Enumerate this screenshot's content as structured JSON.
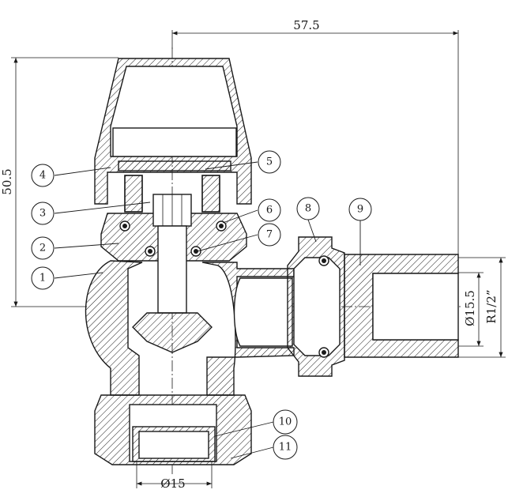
{
  "dimensions": {
    "top_width": "57.5",
    "left_height": "50.5",
    "outlet_bore": "Ø15.5",
    "thread": "R1/2”",
    "inlet_bore": "Ø15"
  },
  "callouts": [
    "1",
    "2",
    "3",
    "4",
    "5",
    "6",
    "7",
    "8",
    "9",
    "10",
    "11"
  ]
}
